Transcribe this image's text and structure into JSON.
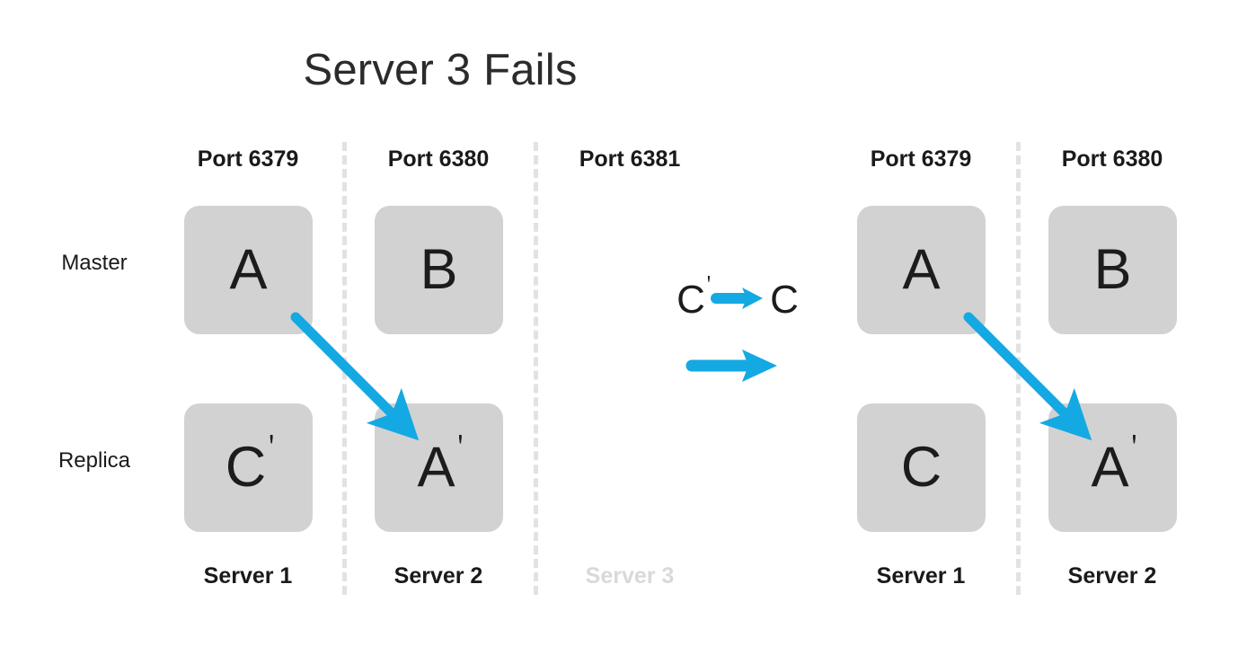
{
  "title": "Server 3 Fails",
  "colors": {
    "arrow_blue": "#14A9E3",
    "node_fill": "#D2D2D2",
    "divider": "#E2E2E2",
    "text": "#1C1C1C",
    "failed_text": "#D9D9D9"
  },
  "row_labels": {
    "master": "Master",
    "replica": "Replica"
  },
  "before": {
    "columns": [
      {
        "port": "Port 6379",
        "server": "Server 1",
        "failed": false,
        "master": {
          "letter": "A",
          "prime": ""
        },
        "replica": {
          "letter": "C",
          "prime": "ꞌ"
        }
      },
      {
        "port": "Port 6380",
        "server": "Server 2",
        "failed": false,
        "master": {
          "letter": "B",
          "prime": ""
        },
        "replica": {
          "letter": "A",
          "prime": "ꞌ"
        }
      },
      {
        "port": "Port 6381",
        "server": "Server 3",
        "failed": true,
        "master": null,
        "replica": null
      }
    ]
  },
  "transition": {
    "from": {
      "letter": "C",
      "prime": "ꞌ"
    },
    "to": {
      "letter": "C",
      "prime": ""
    },
    "arrow_icon": "right-arrow-icon"
  },
  "after": {
    "columns": [
      {
        "port": "Port 6379",
        "server": "Server 1",
        "failed": false,
        "master": {
          "letter": "A",
          "prime": ""
        },
        "replica": {
          "letter": "C",
          "prime": ""
        }
      },
      {
        "port": "Port 6380",
        "server": "Server 2",
        "failed": false,
        "master": {
          "letter": "B",
          "prime": ""
        },
        "replica": {
          "letter": "A",
          "prime": "ꞌ"
        }
      }
    ]
  },
  "replication_arrows": [
    {
      "name": "replication-arrow-before",
      "from": "master-a-server1",
      "to": "replica-a-prime-server2"
    },
    {
      "name": "replication-arrow-after",
      "from": "master-a-server1",
      "to": "replica-a-prime-server2"
    }
  ]
}
